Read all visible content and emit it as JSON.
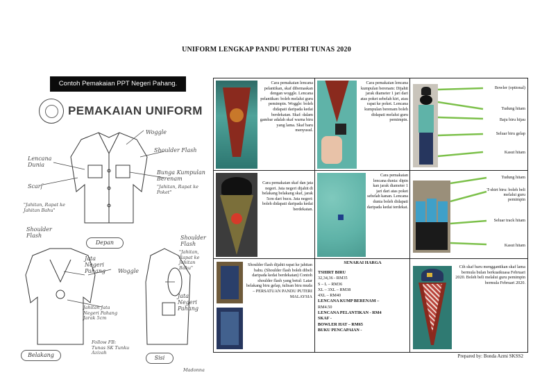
{
  "page": {
    "title": "UNIFORM LENGKAP PANDU PUTERI TUNAS 2020",
    "footer": "Prepared by: Bonda Azmi SKSS2"
  },
  "left": {
    "banner": "Contoh Pemakaian PPT Negeri Pahang.",
    "heading": "PEMAKAIAN UNIFORM",
    "labels": {
      "woggle_top": "Woggle",
      "shoulder_flash_top": "Shoulder Flash",
      "lencana_dunia": "Lencana Dunia",
      "bunga": "Bunga Kumpulan Berenam",
      "bunga_note": "\"Jahitan, Rapat ke Poket\"",
      "scarf": "Scarf",
      "jahitan_rapat": "\"Jahitan, Rapat ke Jahitan Bahu\"",
      "shoulder_flash_left": "Shoulder Flash",
      "depan": "Depan",
      "shoulder_flash_right": "Shoulder Flash",
      "jahitan_right": "\"Jahitan, Rapat ke Jahitan Bahu\"",
      "jata_negeri_mid": "Jata Negeri Pahang",
      "woggle_mid": "Woggle",
      "jata_negeri_right": "Jata Negeri Pahang",
      "jahitan_jata": "Jahitan Jata Negeri Pahang Jarak 5cm",
      "follow": "Follow FB: Tunas SK Tunku Azizah",
      "belakang": "Belakang",
      "sisi": "Sisi",
      "credit": "Madonna"
    }
  },
  "grid": {
    "r1c1": "Cara pemakaian lencana pelantikan, skaf dibemaskan dengan woggle. Lencana pelantikan: boleh melalui guru pemimpin. Woggle: boleh didapati daripada kedai berdekatan. Skaf: dalam gambar adalah skaf warna biru yang lama. Skaf baru menyusul.",
    "r1c2": "Cara pemakaian lencana kumpulan berenam: Dijahit jarak diameter 1 jari dari atas poket sebelah kiri, atau rapat ke poket. Lencana kumpulan berenam boleh didapati melalui guru pemimpin.",
    "r1c3": {
      "bowler": "Bowler (optional)",
      "tudung": "Tudung hitam",
      "baju": "Baju biru hijau",
      "seluar": "Seluar biru gelap",
      "kasut": "Kasut hitam"
    },
    "r2c1": "Cara pemakaian skaf dan jata negeri. Jata negeri dijahit di belakang belakang skaf, jarak 5cm dari bucu. Jata negeri: boleh didapati daripada kedai berdekatan.",
    "r2c2": "Cara pemakaian lencana dunia: dipin kan jarak diameter 1 jari dari atas poket sebelah kanan. Lencana dunia boleh didapati daripada kedai terdekat.",
    "r2c3": {
      "tudung": "Tudung hitam",
      "tshirt": "T-shirt biru: boleh beli melalui guru pemimpin",
      "seluar": "Seluar track hitam",
      "kasut": "Kasut hitam"
    },
    "r3c1": "Shoulder flash dijahit rapat ke jahitan bahu. (Shoulder flash boleh dibeli daripada kedai berdekatan) Contoh shoulder flash yang betul: Latar belakang biru gelap, tulisan biru muda – PERSATUAN PANDU PUTERI MALAYSIA",
    "price": {
      "heading": "SENARAI HARGA",
      "items": [
        {
          "text": "TSHIRT BIRU",
          "bold": true
        },
        {
          "text": "32,34,36 - RM35",
          "bold": false
        },
        {
          "text": "S – L – RM36",
          "bold": false
        },
        {
          "text": "XL – 3XL – RM38",
          "bold": false
        },
        {
          "text": "4XL – RM40",
          "bold": false
        },
        {
          "text": "LENCANA KUMP BERENAM –",
          "bold": true
        },
        {
          "text": "RM4.50",
          "bold": false
        },
        {
          "text": "LENCANA PELANTIKAN - RM4",
          "bold": true
        },
        {
          "text": "SKAF -",
          "bold": true
        },
        {
          "text": "BOWLER HAT – RM65",
          "bold": true
        },
        {
          "text": "BUKU PENCAPAIAN -",
          "bold": true
        }
      ]
    },
    "r3c3": "Cth skaf baru menggantikan skaf lama bermula bulan berkuatkuasa Februari 2020. Boleh beli melalui guru pemimpin bermula Februari 2020."
  },
  "colors": {
    "teal": "#5fb3a8",
    "scarf_red": "#8a2a1e",
    "navy": "#26365e",
    "arrow_green": "#7cc04a"
  }
}
